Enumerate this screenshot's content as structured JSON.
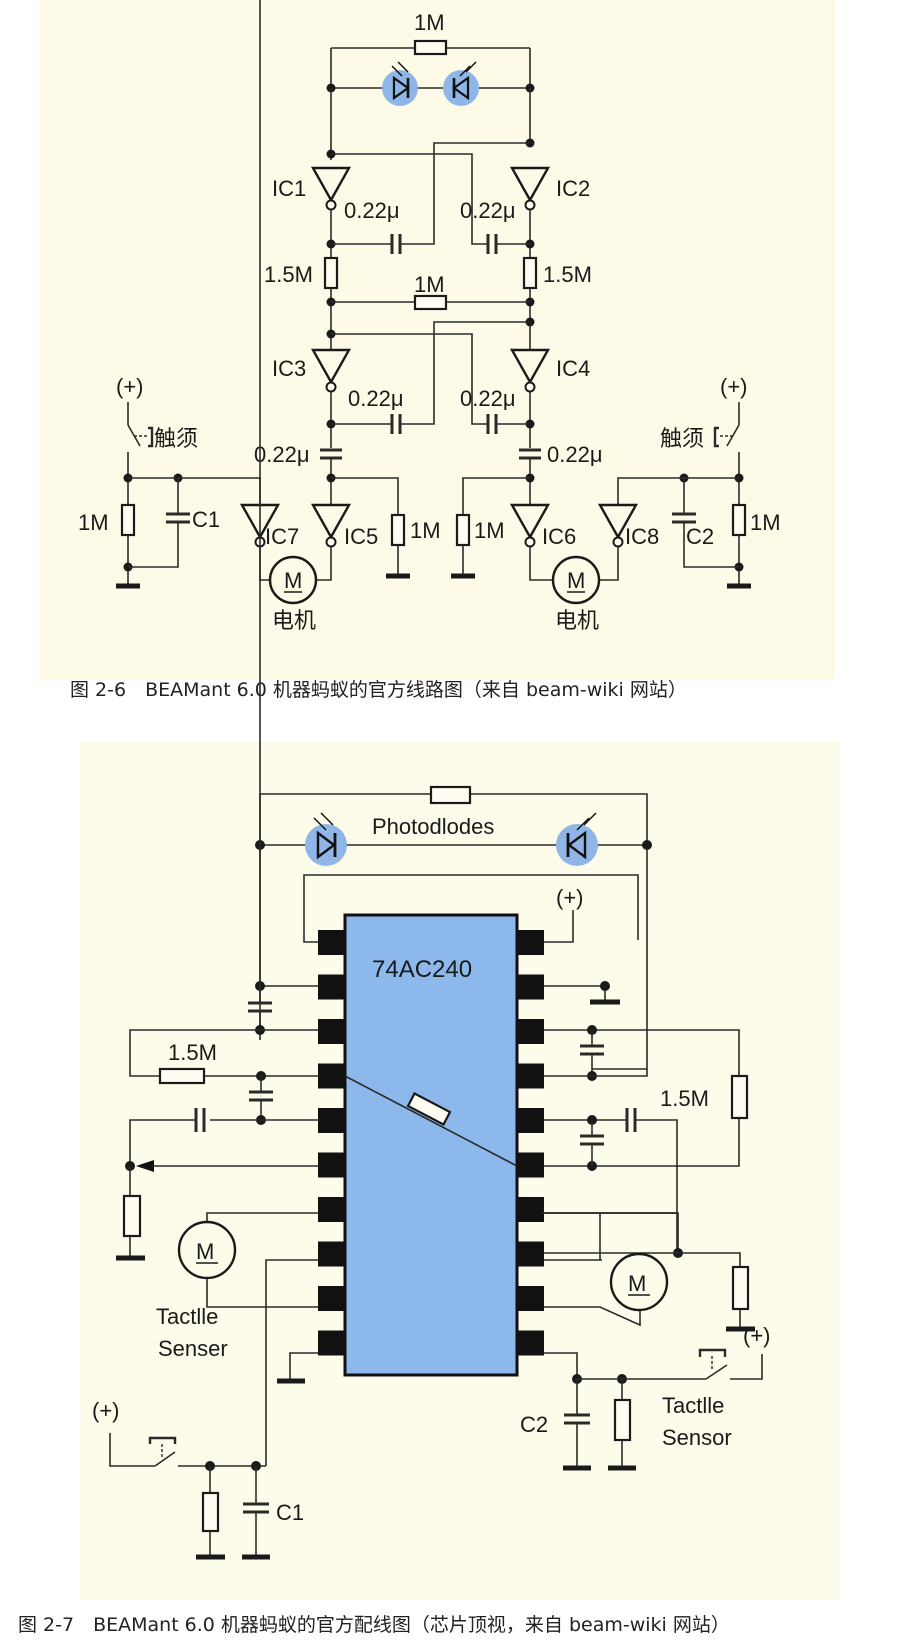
{
  "figure1": {
    "caption": "图 2-6　BEAMant 6.0 机器蚂蚁的官方线路图（来自 beam-wiki 网站）",
    "labels": {
      "r_top": "1M",
      "r_mid": "1M",
      "r_left_1_5": "1.5M",
      "r_right_1_5": "1.5M",
      "ic1": "IC1",
      "ic2": "IC2",
      "ic3": "IC3",
      "ic4": "IC4",
      "ic5": "IC5",
      "ic6": "IC6",
      "ic7": "IC7",
      "ic8": "IC8",
      "c_ic1": "0.22μ",
      "c_ic2": "0.22μ",
      "c_ic3": "0.22μ",
      "c_ic4": "0.22μ",
      "c_left_series": "0.22μ",
      "c_right_series": "0.22μ",
      "plus_left": "(+)",
      "plus_right": "(+)",
      "whisker_left": "触须",
      "whisker_right": "触须",
      "r_left_1m": "1M",
      "r_ic5_1m": "1M",
      "r_ic6_1m": "1M",
      "r_right_1m": "1M",
      "c1": "C1",
      "c2": "C2",
      "motor_symbol": "M",
      "motor_left": "电机",
      "motor_right": "电机"
    }
  },
  "figure2": {
    "caption": "图 2-7　BEAMant 6.0 机器蚂蚁的官方配线图（芯片顶视，来自 beam-wiki 网站）",
    "labels": {
      "photodiodes": "Photodlodes",
      "chip": "74AC240",
      "plus_top": "(+)",
      "r_left": "1.5M",
      "r_right": "1.5M",
      "motor_symbol": "M",
      "tactile_left_1": "Tactlle",
      "tactile_left_2": "Senser",
      "tactile_right_1": "Tactlle",
      "tactile_right_2": "Sensor",
      "plus_left": "(+)",
      "plus_right": "(+)",
      "c1": "C1",
      "c2": "C2"
    },
    "chip_pins_per_side": 10
  },
  "colors": {
    "panel_background": "#fdfbe8",
    "photodiode_glow": "#8fb6e6",
    "chip_fill": "#8cb8ec"
  }
}
